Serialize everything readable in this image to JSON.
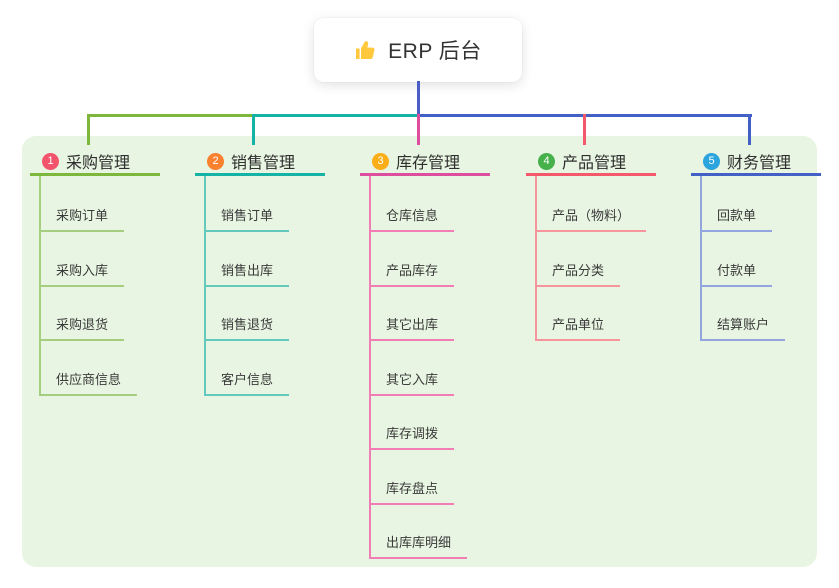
{
  "root": {
    "label": "ERP 后台",
    "icon": "thumbs-up-icon",
    "icon_color": "#FFC83D"
  },
  "panel_bg": "#E8F5E2",
  "root_connector_color": "#4A5EC8",
  "branches": [
    {
      "num": "1",
      "label": "采购管理",
      "badge_color": "#F2556B",
      "color": "#7DB83D",
      "item_color": "#A5CE7E",
      "items": [
        "采购订单",
        "采购入库",
        "采购退货",
        "供应商信息"
      ]
    },
    {
      "num": "2",
      "label": "销售管理",
      "badge_color": "#F9812F",
      "color": "#14B3A6",
      "item_color": "#63C9BD",
      "items": [
        "销售订单",
        "销售出库",
        "销售退货",
        "客户信息"
      ]
    },
    {
      "num": "3",
      "label": "库存管理",
      "badge_color": "#FBAE17",
      "color": "#DD4F9E",
      "item_color": "#F07EB5",
      "items": [
        "仓库信息",
        "产品库存",
        "其它出库",
        "其它入库",
        "库存调拨",
        "库存盘点",
        "出库库明细"
      ]
    },
    {
      "num": "4",
      "label": "产品管理",
      "badge_color": "#46B14B",
      "color": "#F4596B",
      "item_color": "#F7949C",
      "items": [
        "产品（物料）",
        "产品分类",
        "产品单位"
      ]
    },
    {
      "num": "5",
      "label": "财务管理",
      "badge_color": "#2CA4DD",
      "color": "#4360C7",
      "item_color": "#92A5DF",
      "items": [
        "回款单",
        "付款单",
        "结算账户"
      ]
    }
  ]
}
